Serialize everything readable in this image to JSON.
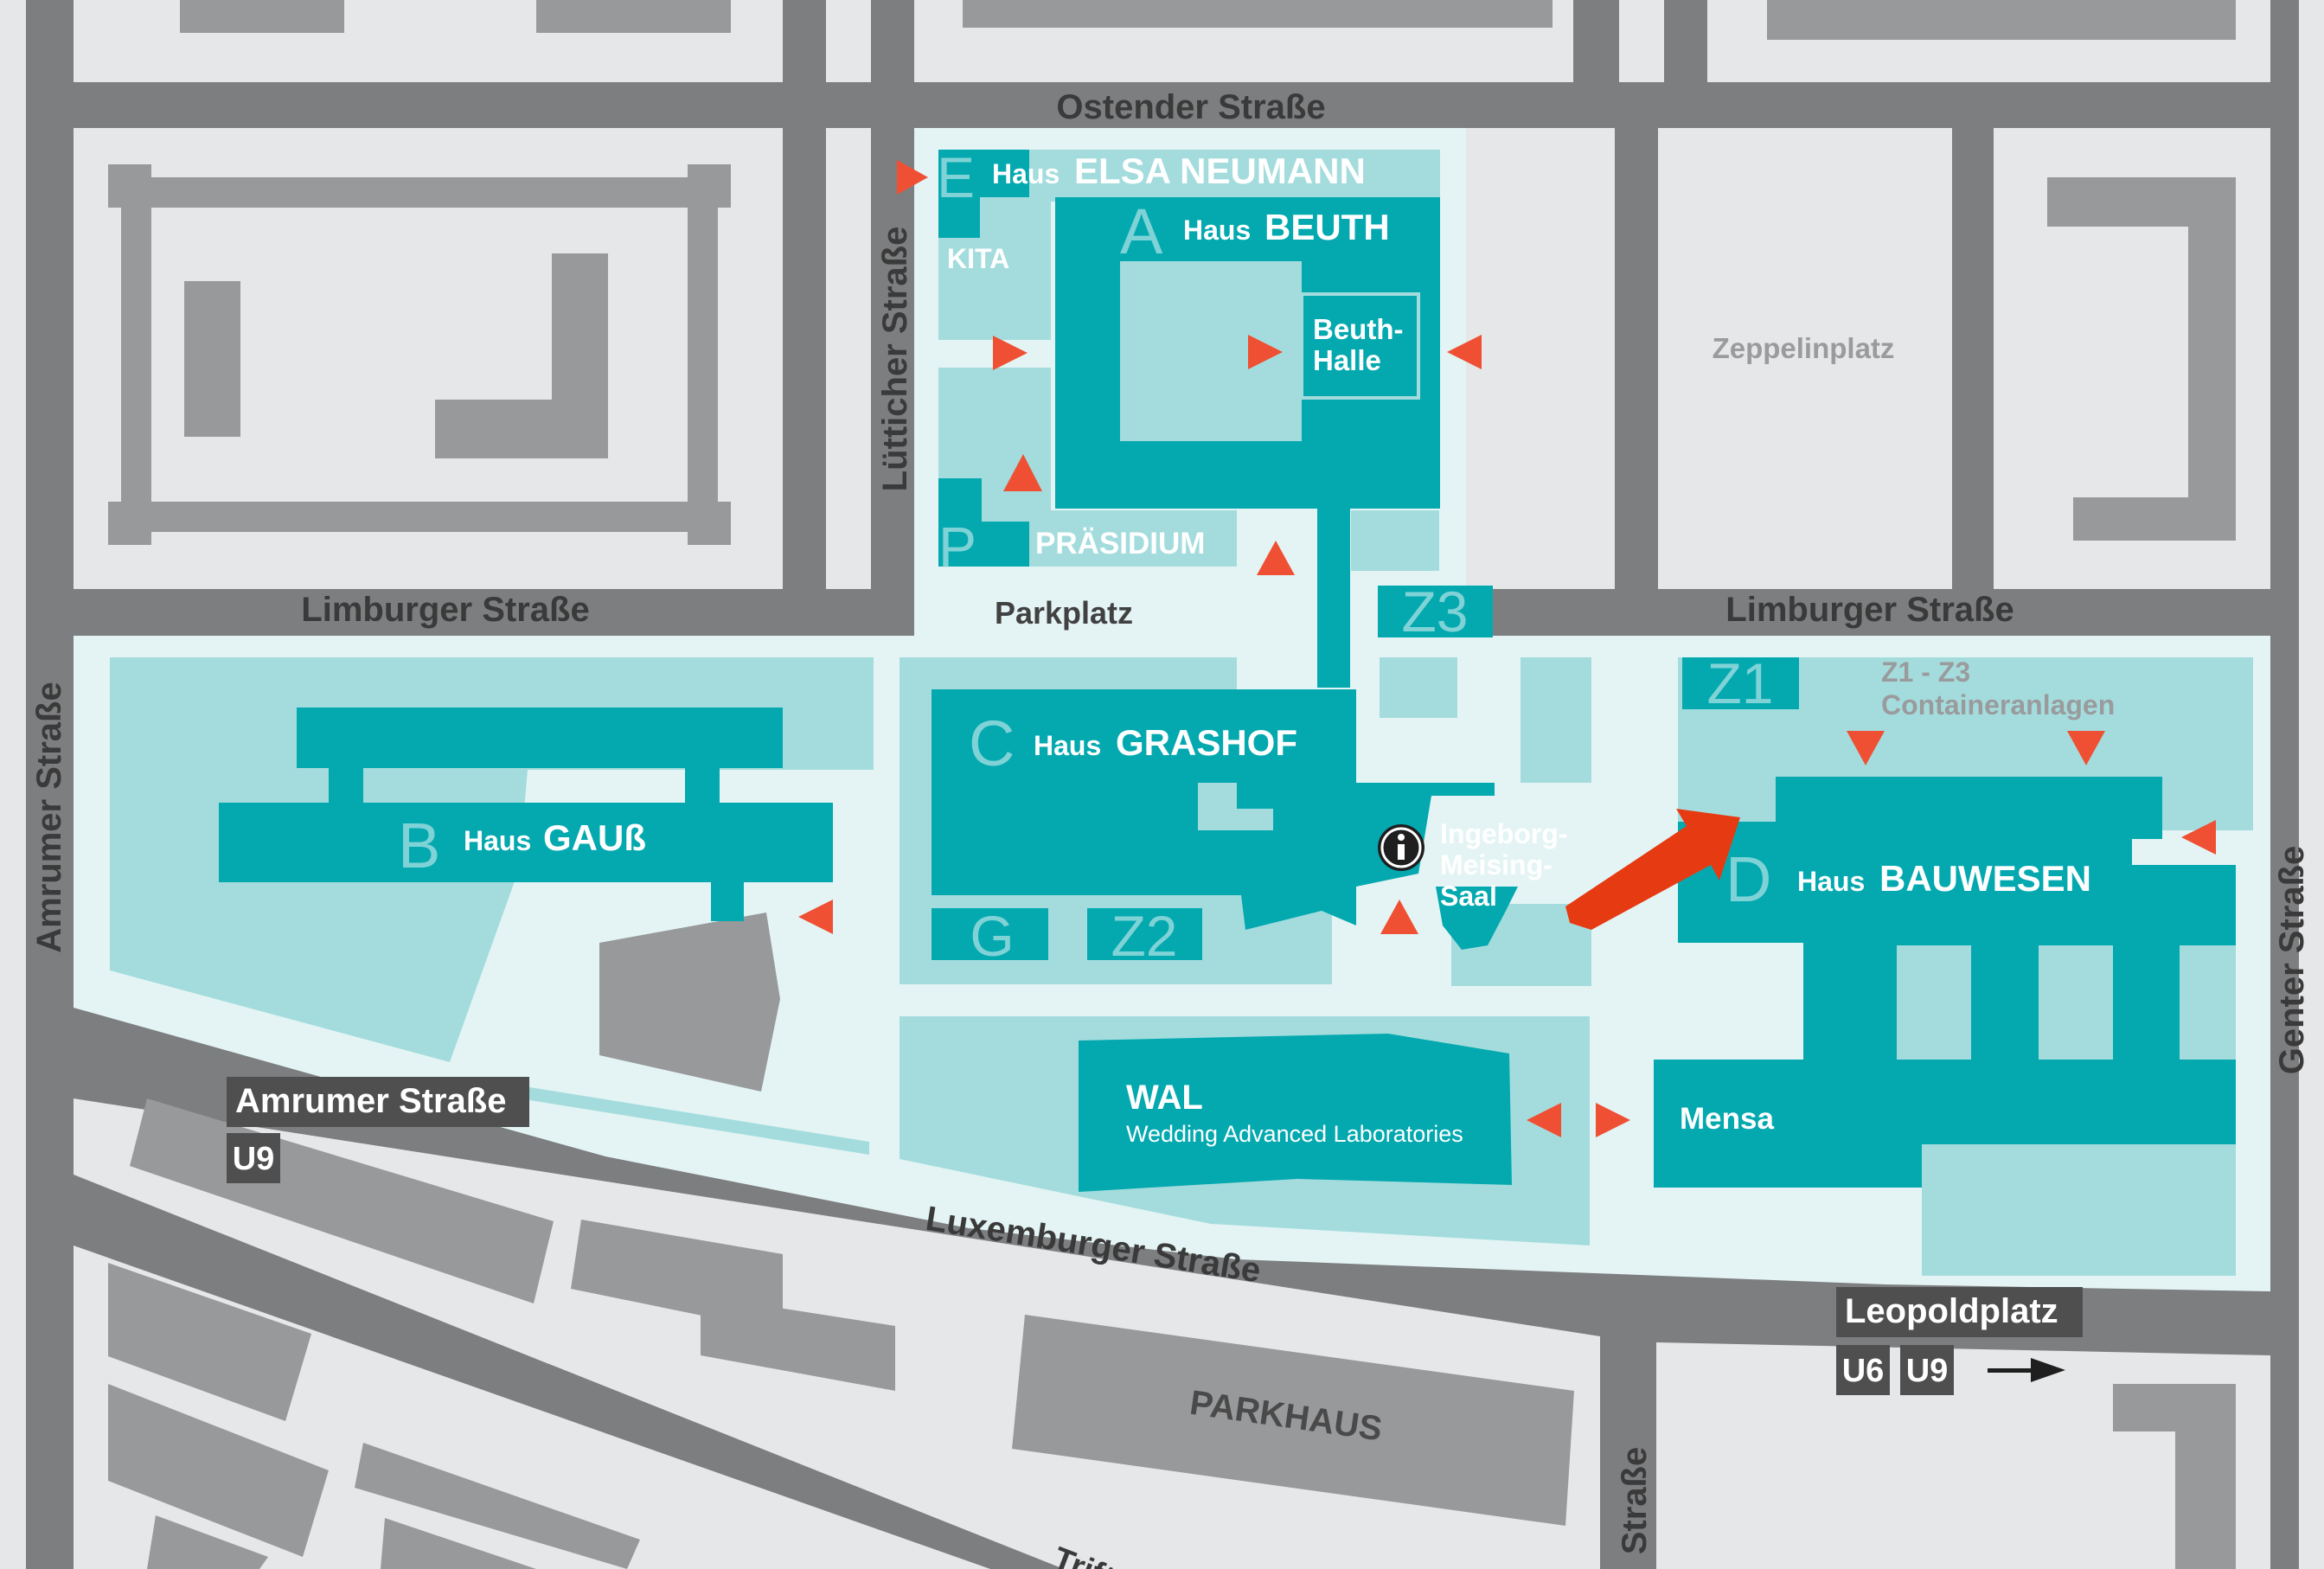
{
  "colors": {
    "road": "#7d7e80",
    "block": "#e6e7e8",
    "building_grey": "#98999b",
    "campus_light": "#e4f4f4",
    "campus_mid": "#a4dcdd",
    "building_teal": "#04a9b0",
    "entrance_marker": "#ef5034",
    "route_arrow": "#e63a12",
    "transit_box": "#4f4f50"
  },
  "streets": {
    "ostender": "Ostender Straße",
    "luetticher": "Lütticher Straße",
    "limburger_west": "Limburger Straße",
    "limburger_east": "Limburger Straße",
    "amrumer_vertical": "Amrumer Straße",
    "genter": "Genter Straße",
    "luxemburger": "Luxemburger Straße",
    "trift_partial": "Trift",
    "bottom_vertical": "Straße"
  },
  "places": {
    "zeppelinplatz": "Zeppelinplatz",
    "parkplatz": "Parkplatz",
    "parkhaus": "PARKHAUS",
    "kita": "KITA",
    "praesidium": "PRÄSIDIUM",
    "containers_title": "Z1 - Z3",
    "containers_sub": "Containeranlagen",
    "saal": [
      "Ingeborg-",
      "Meising-",
      "Saal"
    ],
    "info_icon": "info-icon"
  },
  "buildings": {
    "elsa": {
      "letter": "E",
      "prefix": "Haus",
      "name": "ELSA NEUMANN"
    },
    "beuth": {
      "letter": "A",
      "prefix": "Haus",
      "name": "BEUTH",
      "hall": [
        "Beuth-",
        "Halle"
      ]
    },
    "gauss": {
      "letter": "B",
      "prefix": "Haus",
      "name": "GAUß"
    },
    "grashof": {
      "letter": "C",
      "prefix": "Haus",
      "name": "GRASHOF"
    },
    "bauwesen": {
      "letter": "D",
      "prefix": "Haus",
      "name": "BAUWESEN"
    },
    "praesidium_letter": "P",
    "g": "G",
    "z1": "Z1",
    "z2": "Z2",
    "z3": "Z3",
    "wal": {
      "name": "WAL",
      "sub": "Wedding Advanced Laboratories"
    },
    "mensa": "Mensa"
  },
  "transit": {
    "amrumer": {
      "name": "Amrumer Straße",
      "lines": [
        "U9"
      ]
    },
    "leopoldplatz": {
      "name": "Leopoldplatz",
      "lines": [
        "U6",
        "U9"
      ]
    }
  }
}
